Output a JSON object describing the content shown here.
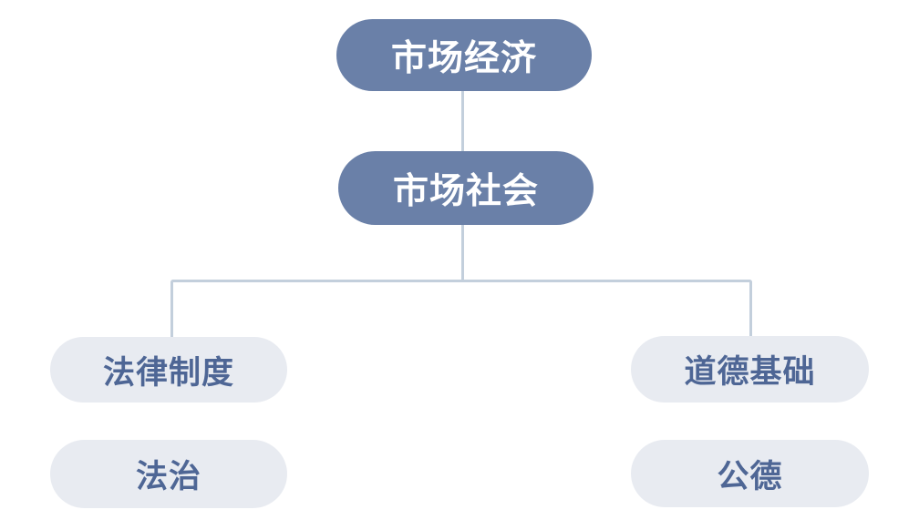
{
  "diagram": {
    "type": "hierarchy",
    "background_color": "#ffffff",
    "primary_node_fill": "#6a80a8",
    "primary_node_text_color": "#ffffff",
    "secondary_node_fill": "#e8ebf1",
    "secondary_node_text_color": "#4e6695",
    "connector_color": "#c3cfdc",
    "nodes": [
      {
        "id": "market-economy",
        "label": "市场经济",
        "level": "primary",
        "parent": null
      },
      {
        "id": "market-society",
        "label": "市场社会",
        "level": "primary",
        "parent": "market-economy"
      },
      {
        "id": "legal-system",
        "label": "法律制度",
        "level": "secondary",
        "parent": "market-society"
      },
      {
        "id": "moral-foundation",
        "label": "道德基础",
        "level": "secondary",
        "parent": "market-society"
      },
      {
        "id": "rule-of-law",
        "label": "法治",
        "level": "secondary",
        "parent": "legal-system"
      },
      {
        "id": "public-morality",
        "label": "公德",
        "level": "secondary",
        "parent": "moral-foundation"
      }
    ]
  }
}
